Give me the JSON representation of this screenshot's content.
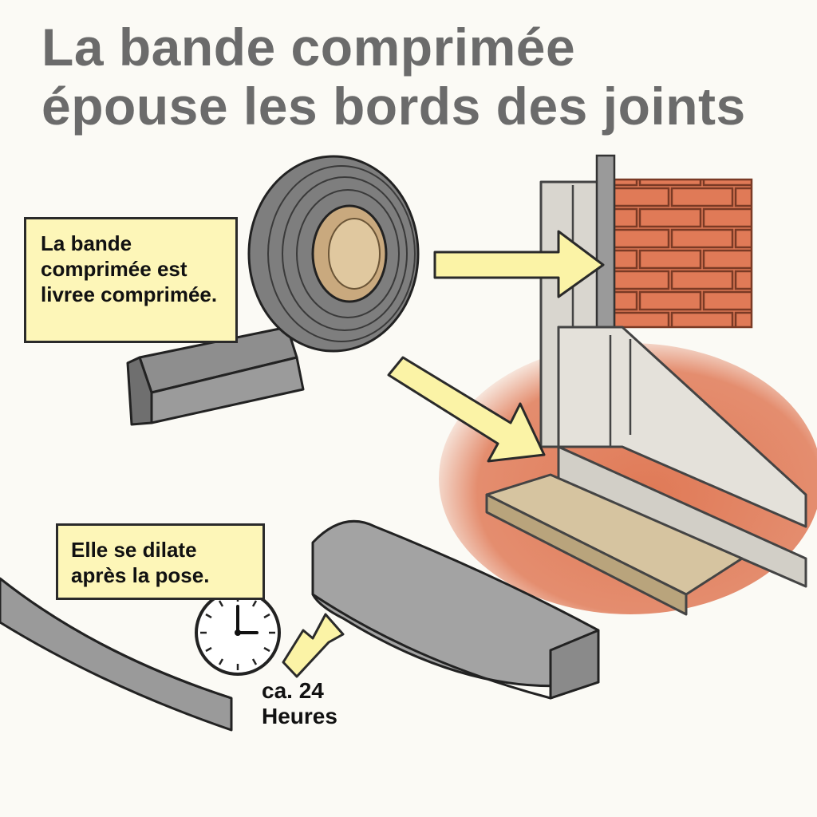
{
  "title": {
    "line1": "La bande comprimée",
    "line2": "épouse les bords des joints"
  },
  "callouts": {
    "delivered": "La bande comprimée est livree comprimée.",
    "expands": "Elle se dilate après la pose."
  },
  "duration": {
    "line1": "ca. 24",
    "line2": "Heures"
  },
  "colors": {
    "title": "#6b6b6b",
    "callout_fill": "#fdf6b8",
    "arrow_fill": "#fbf3a6",
    "tape_gray": "#8a8a8a",
    "brick": "#e07a57",
    "frame": "#d9d6cf",
    "sill": "#d6c4a0"
  },
  "icons": [
    "tape-roll-icon",
    "clock-icon",
    "arrow-icon",
    "window-frame-icon",
    "brick-wall-icon"
  ]
}
